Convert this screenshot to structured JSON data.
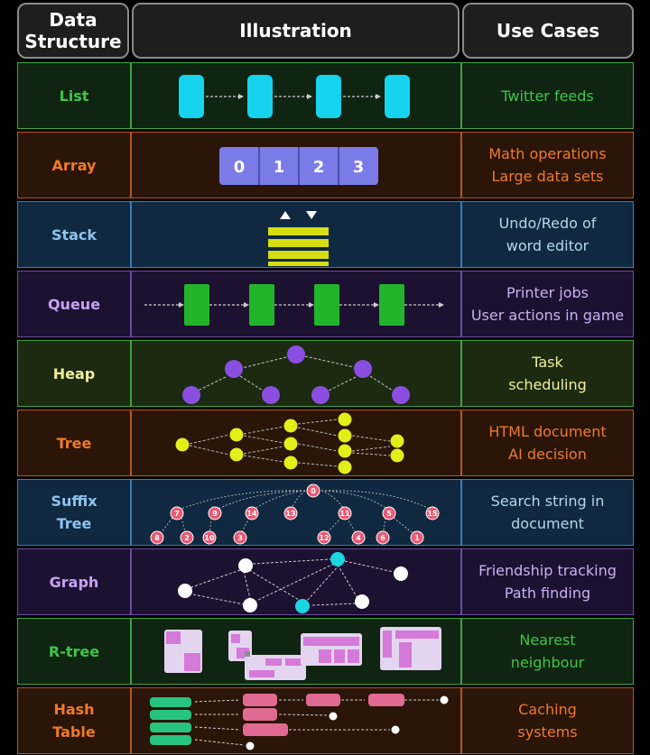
{
  "headers": {
    "structure_line1": "Data",
    "structure_line2": "Structure",
    "illustration": "Illustration",
    "use_cases": "Use Cases"
  },
  "rows": [
    {
      "name": "List",
      "use": [
        "Twitter feeds"
      ],
      "name_color": "#3ec54a",
      "use_color": "#3ec54a"
    },
    {
      "name": "Array",
      "use": [
        "Math operations",
        "Large data sets"
      ],
      "name_color": "#f07a2a",
      "use_color": "#f07a2a"
    },
    {
      "name": "Stack",
      "use": [
        "Undo/Redo of",
        "word editor"
      ],
      "name_color": "#8fc3ec",
      "use_color": "#b5d5f0"
    },
    {
      "name": "Queue",
      "use": [
        "Printer jobs",
        "User actions in game"
      ],
      "name_color": "#c6a3f5",
      "use_color": "#c9b0f2"
    },
    {
      "name": "Heap",
      "use": [
        "Task",
        "scheduling"
      ],
      "name_color": "#f2ef9c",
      "use_color": "#f2ef9c"
    },
    {
      "name": "Tree",
      "use": [
        "HTML document",
        "AI decision"
      ],
      "name_color": "#f07a2a",
      "use_color": "#f07a2a"
    },
    {
      "name": "Suffix Tree",
      "name_lines": [
        "Suffix",
        "Tree"
      ],
      "use": [
        "Search string in",
        "document"
      ],
      "name_color": "#8fc3ec",
      "use_color": "#b5d5f0"
    },
    {
      "name": "Graph",
      "use": [
        "Friendship tracking",
        "Path finding"
      ],
      "name_color": "#c6a3f5",
      "use_color": "#c9b0f2"
    },
    {
      "name": "R-tree",
      "use": [
        "Nearest",
        "neighbour"
      ],
      "name_color": "#3ec54a",
      "use_color": "#3ec54a"
    },
    {
      "name": "Hash Table",
      "name_lines": [
        "Hash",
        "Table"
      ],
      "use": [
        "Caching",
        "systems"
      ],
      "name_color": "#f07a2a",
      "use_color": "#f07a2a"
    }
  ],
  "array_values": [
    "0",
    "1",
    "2",
    "3"
  ],
  "suffix_tree_nodes": [
    "0",
    "7",
    "9",
    "14",
    "13",
    "11",
    "5",
    "15",
    "8",
    "2",
    "10",
    "3",
    "12",
    "4",
    "6",
    "1"
  ],
  "colors": {
    "list_node": "#16d3ee",
    "array_fill": "#7b7be8",
    "stack_layer": "#d6de12",
    "queue_node": "#22b52c",
    "heap_node": "#8a4fe0",
    "tree_node": "#e3ee1a",
    "suffix_node": "#e85a74",
    "graph_node": "#ffffff",
    "graph_node_accent": "#1ad6e0",
    "rtree_box": "#e3d5ef",
    "rtree_accent": "#d57ad9",
    "hash_bucket": "#27c480",
    "hash_entry": "#e06a92"
  }
}
